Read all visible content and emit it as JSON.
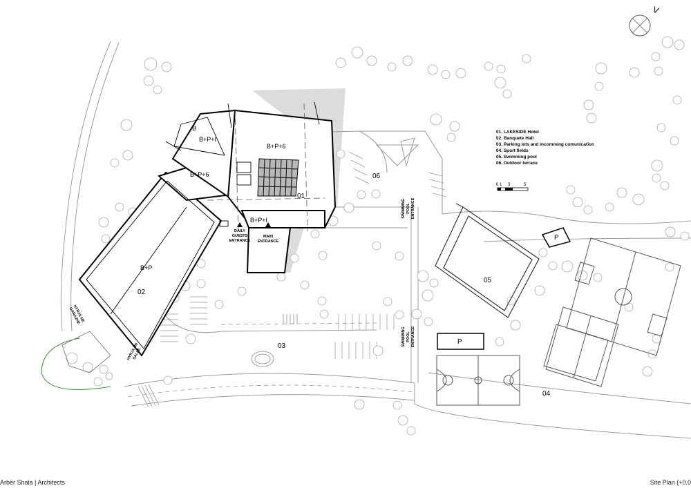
{
  "legend": [
    "01. LAKESIDE Hotel",
    "02. Banquete Hall",
    "03. Parking lots and incomming comunication",
    "04. Sport fields",
    "05. Swimming pool",
    "06. Outdoor terrace"
  ],
  "scale": {
    "ticks": [
      "0",
      "1",
      "3",
      "5"
    ]
  },
  "north": "V",
  "zones": {
    "z01": "01",
    "z02": "02",
    "z03": "03",
    "z04": "04",
    "z05": "05",
    "z06": "06"
  },
  "floors": {
    "f_b": "B",
    "f_bp1_top": "B+P+I",
    "f_bp6_main": "B+P+6",
    "f_bp6_wing": "B+P+6",
    "f_bp1_low": "B+P+I",
    "f_bp": "B+P"
  },
  "parking": {
    "p1": "P",
    "p2": "P"
  },
  "entrances": {
    "daily": [
      "DAILY",
      "GUESTS",
      "ENTRANCE"
    ],
    "main": [
      "MAIN",
      "ENTRANCE"
    ],
    "pool1": [
      "SWIMMING",
      "POOL",
      "ENTRANCE"
    ],
    "pool2": [
      "SWIMMING",
      "POOL",
      "ENTRANCE"
    ],
    "garage": [
      "HYRJA NE",
      "GARAZHE"
    ],
    "salle": [
      "HYRJA NE",
      "SALLE"
    ]
  },
  "footer": {
    "left": "Arbër Shala | Architects",
    "right": "Site Plan (+0.0"
  }
}
